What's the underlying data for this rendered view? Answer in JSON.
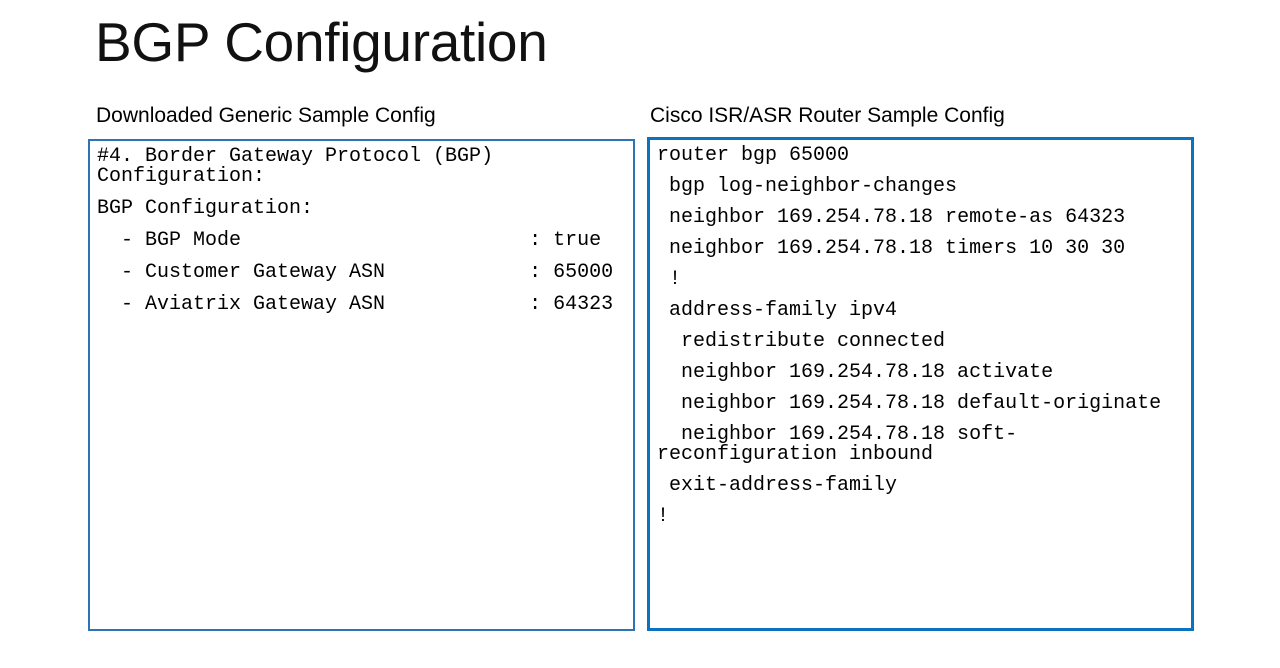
{
  "slide": {
    "title": "BGP Configuration",
    "background_color": "#FFFFFF"
  },
  "columns": {
    "left": {
      "header": "Downloaded Generic Sample Config",
      "border_color": "#2E74B5",
      "code_lines": [
        "#4. Border Gateway Protocol (BGP) Configuration:",
        "BGP Configuration:",
        "  - BGP Mode                        : true",
        "  - Customer Gateway ASN            : 65000",
        "  - Aviatrix Gateway ASN            : 64323"
      ]
    },
    "right": {
      "header": "Cisco ISR/ASR Router Sample Config",
      "border_color": "#0A72BE",
      "code_lines": [
        "router bgp 65000",
        " bgp log-neighbor-changes",
        " neighbor 169.254.78.18 remote-as 64323",
        " neighbor 169.254.78.18 timers 10 30 30",
        " !",
        " address-family ipv4",
        "  redistribute connected",
        "  neighbor 169.254.78.18 activate",
        "  neighbor 169.254.78.18 default-originate",
        "  neighbor 169.254.78.18 soft-reconfiguration inbound",
        " exit-address-family",
        "!"
      ]
    }
  }
}
